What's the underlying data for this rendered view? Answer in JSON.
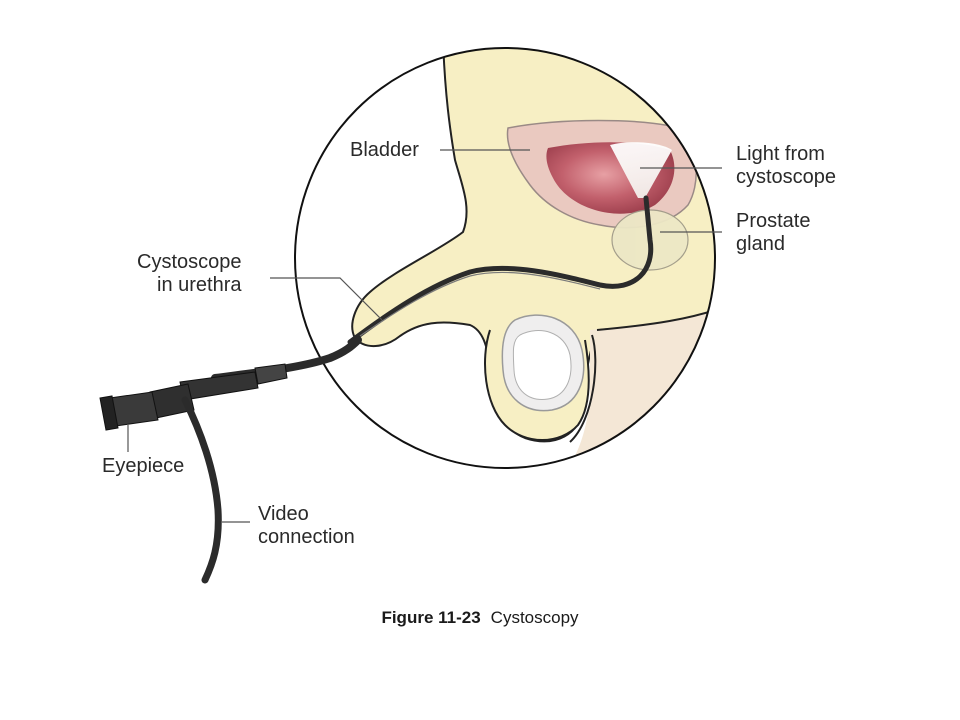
{
  "labels": {
    "bladder": "Bladder",
    "light_line1": "Light from",
    "light_line2": "cystoscope",
    "prostate_line1": "Prostate",
    "prostate_line2": "gland",
    "cystoscope_line1": "Cystoscope",
    "cystoscope_line2": "in urethra",
    "eyepiece": "Eyepiece",
    "video_line1": "Video",
    "video_line2": "connection"
  },
  "caption": {
    "number": "Figure 11-23",
    "title": "Cystoscopy"
  },
  "colors": {
    "tissue": "#f7efc4",
    "bladder_wall": "#e9c9bf",
    "bladder_inner": "#b35562",
    "prostate": "#eee9c8",
    "testis": "#f0eeee",
    "instrument": "#2b2b2b"
  }
}
